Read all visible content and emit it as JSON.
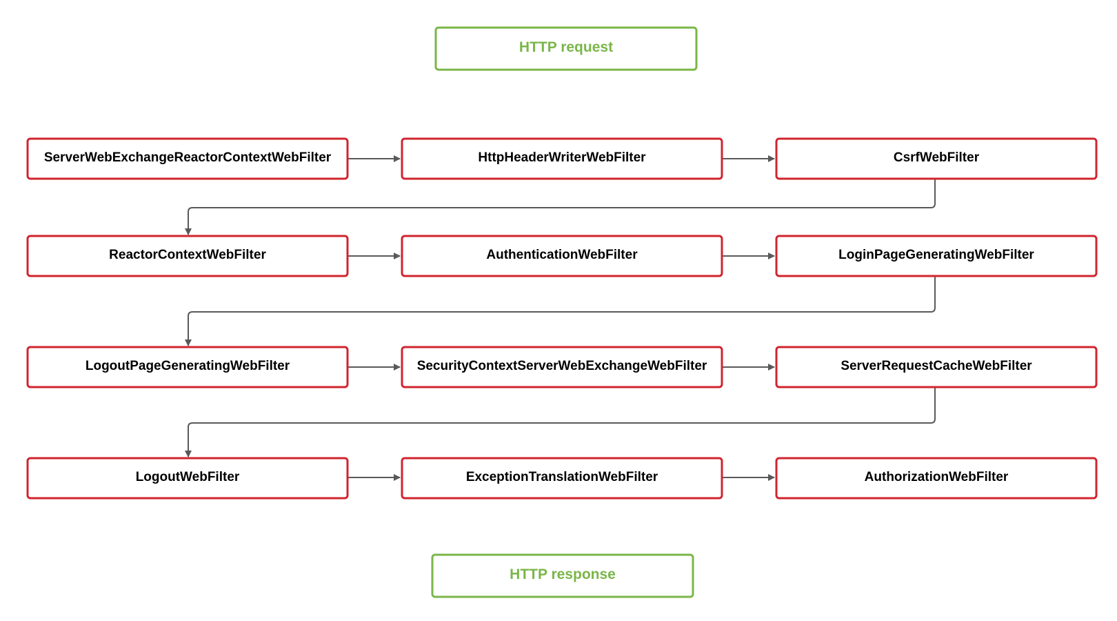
{
  "colors": {
    "filter_border": "#d0242e",
    "terminal_border": "#7ab648",
    "terminal_text": "#7ab648",
    "filter_text": "#000000",
    "connector": "#595959"
  },
  "request": {
    "label": "HTTP request"
  },
  "response": {
    "label": "HTTP response"
  },
  "filters": [
    {
      "label": "ServerWebExchangeReactorContextWebFilter"
    },
    {
      "label": "HttpHeaderWriterWebFilter"
    },
    {
      "label": "CsrfWebFilter"
    },
    {
      "label": "ReactorContextWebFilter"
    },
    {
      "label": "AuthenticationWebFilter"
    },
    {
      "label": "LoginPageGeneratingWebFilter"
    },
    {
      "label": "LogoutPageGeneratingWebFilter"
    },
    {
      "label": "SecurityContextServerWebExchangeWebFilter"
    },
    {
      "label": "ServerRequestCacheWebFilter"
    },
    {
      "label": "LogoutWebFilter"
    },
    {
      "label": "ExceptionTranslationWebFilter"
    },
    {
      "label": "AuthorizationWebFilter"
    }
  ]
}
